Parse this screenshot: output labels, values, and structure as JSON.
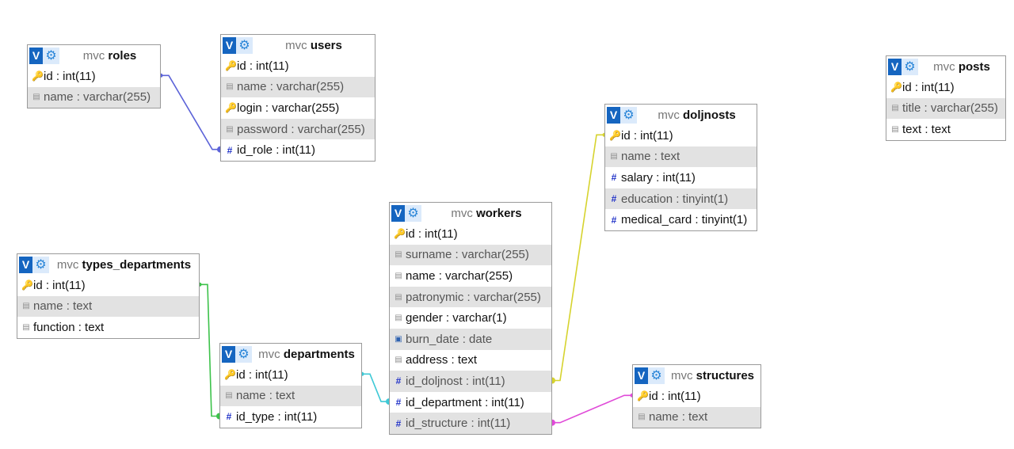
{
  "tables": [
    {
      "id": "roles",
      "db": "mvc",
      "name": "roles",
      "columns": [
        {
          "text": "id : int(11)",
          "icon": "key-icon"
        },
        {
          "text": "name : varchar(255)",
          "icon": "text-icon"
        }
      ]
    },
    {
      "id": "users",
      "db": "mvc",
      "name": "users",
      "columns": [
        {
          "text": "id : int(11)",
          "icon": "key-icon"
        },
        {
          "text": "name : varchar(255)",
          "icon": "text-icon"
        },
        {
          "text": "login : varchar(255)",
          "icon": "key-icon"
        },
        {
          "text": "password : varchar(255)",
          "icon": "text-icon"
        },
        {
          "text": "id_role : int(11)",
          "icon": "number-icon"
        }
      ]
    },
    {
      "id": "posts",
      "db": "mvc",
      "name": "posts",
      "columns": [
        {
          "text": "id : int(11)",
          "icon": "key-icon"
        },
        {
          "text": "title : varchar(255)",
          "icon": "text-icon"
        },
        {
          "text": "text : text",
          "icon": "text-icon"
        }
      ]
    },
    {
      "id": "doljnosts",
      "db": "mvc",
      "name": "doljnosts",
      "columns": [
        {
          "text": "id : int(11)",
          "icon": "key-icon"
        },
        {
          "text": "name : text",
          "icon": "text-icon"
        },
        {
          "text": "salary : int(11)",
          "icon": "number-icon"
        },
        {
          "text": "education : tinyint(1)",
          "icon": "number-icon"
        },
        {
          "text": "medical_card : tinyint(1)",
          "icon": "number-icon"
        }
      ]
    },
    {
      "id": "workers",
      "db": "mvc",
      "name": "workers",
      "columns": [
        {
          "text": "id : int(11)",
          "icon": "key-icon"
        },
        {
          "text": "surname : varchar(255)",
          "icon": "text-icon"
        },
        {
          "text": "name : varchar(255)",
          "icon": "text-icon"
        },
        {
          "text": "patronymic : varchar(255)",
          "icon": "text-icon"
        },
        {
          "text": "gender : varchar(1)",
          "icon": "text-icon"
        },
        {
          "text": "burn_date : date",
          "icon": "date-icon"
        },
        {
          "text": "address : text",
          "icon": "text-icon"
        },
        {
          "text": "id_doljnost : int(11)",
          "icon": "number-icon"
        },
        {
          "text": "id_department : int(11)",
          "icon": "number-icon"
        },
        {
          "text": "id_structure : int(11)",
          "icon": "number-icon"
        }
      ]
    },
    {
      "id": "types_departments",
      "db": "mvc",
      "name": "types_departments",
      "columns": [
        {
          "text": "id : int(11)",
          "icon": "key-icon"
        },
        {
          "text": "name : text",
          "icon": "text-icon"
        },
        {
          "text": "function : text",
          "icon": "text-icon"
        }
      ]
    },
    {
      "id": "departments",
      "db": "mvc",
      "name": "departments",
      "columns": [
        {
          "text": "id : int(11)",
          "icon": "key-icon"
        },
        {
          "text": "name : text",
          "icon": "text-icon"
        },
        {
          "text": "id_type : int(11)",
          "icon": "number-icon"
        }
      ]
    },
    {
      "id": "structures",
      "db": "mvc",
      "name": "structures",
      "columns": [
        {
          "text": "id : int(11)",
          "icon": "key-icon"
        },
        {
          "text": "name : text",
          "icon": "text-icon"
        }
      ]
    }
  ],
  "header_buttons": {
    "toggle_label": "V",
    "options_icon": "gear-icon"
  },
  "relations": [
    {
      "from": "users.id_role",
      "to": "roles.id",
      "color": "#5c63d8"
    },
    {
      "from": "workers.id_doljnost",
      "to": "doljnosts.id",
      "color": "#d6d32e"
    },
    {
      "from": "workers.id_department",
      "to": "departments.id",
      "color": "#3ec9d6"
    },
    {
      "from": "workers.id_structure",
      "to": "structures.id",
      "color": "#e04ad8"
    },
    {
      "from": "departments.id_type",
      "to": "types_departments.id",
      "color": "#3cc24a"
    }
  ],
  "icon_glyphs": {
    "key-icon": "🔑",
    "text-icon": "▤",
    "number-icon": "#",
    "date-icon": "▣"
  }
}
